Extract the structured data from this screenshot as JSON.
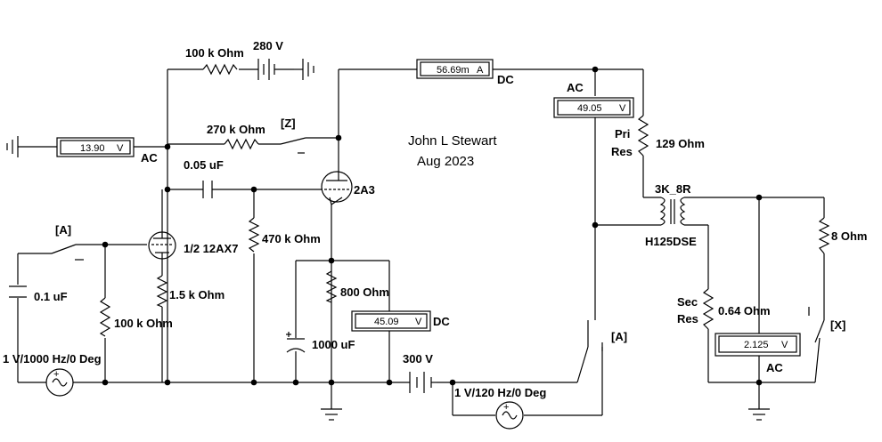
{
  "annotations": {
    "author": "John L Stewart",
    "date": "Aug 2023"
  },
  "components": {
    "r_100k_top": "100 k Ohm",
    "v_280": "280 V",
    "r_270k": "270 k Ohm",
    "switch_z": "[Z]",
    "c_005": "0.05 uF",
    "tube_2a3": "2A3",
    "tube_12ax7": "1/2 12AX7",
    "r_470k": "470 k Ohm",
    "switch_a_left": "[A]",
    "c_01": "0.1 uF",
    "r_100k_grid": "100 k Ohm",
    "r_15k": "1.5 k Ohm",
    "r_800": "800  Ohm",
    "c_1000": "1000 uF",
    "src_1khz": "1 V/1000 Hz/0 Deg",
    "v_300": "300 V",
    "src_120hz": "1 V/120 Hz/0 Deg",
    "switch_a_right": "[A]",
    "pri_res": "Pri",
    "pri_res2": "Res",
    "r_129": "129  Ohm",
    "xfmr_ratio": "3K_8R",
    "xfmr_model": "H125DSE",
    "sec_res": "Sec",
    "sec_res2": "Res",
    "r_064": "0.64  Ohm",
    "r_8": "8  Ohm",
    "switch_x": "[X]"
  },
  "meters": {
    "grid_ac": {
      "value": "13.90",
      "unit": "V",
      "mode": "AC"
    },
    "plate_dc": {
      "value": "56.69m",
      "unit": "A",
      "mode": "DC"
    },
    "xfmr_ac": {
      "value": "49.05",
      "unit": "V",
      "mode": "AC"
    },
    "cathode_dc": {
      "value": "45.09",
      "unit": "V",
      "mode": "DC"
    },
    "output_ac": {
      "value": "2.125",
      "unit": "V",
      "mode": "AC"
    }
  }
}
